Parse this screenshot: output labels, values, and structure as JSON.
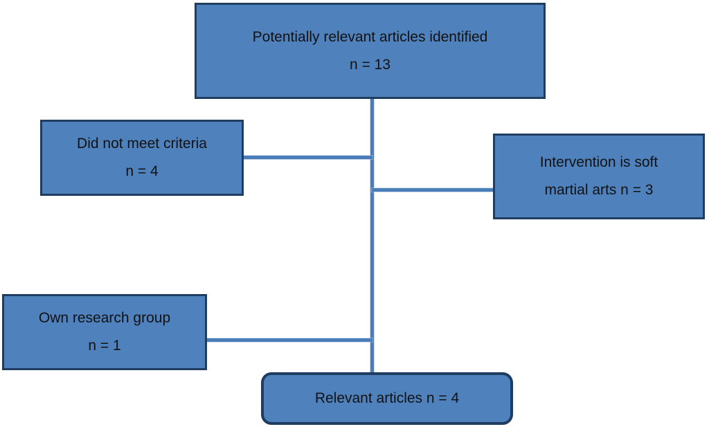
{
  "diagram": {
    "background": "#ffffff",
    "colors": {
      "node_fill": "#4f81bd",
      "node_border": "#1f3c61",
      "connector": "#4a7ebb",
      "text": "#121212"
    },
    "nodes": {
      "identified": {
        "shape": "rectangle",
        "line1": "Potentially relevant articles identified",
        "line2": "n = 13"
      },
      "not_meet_criteria": {
        "shape": "rectangle",
        "line1": "Did not meet criteria",
        "line2": "n = 4"
      },
      "soft_martial_arts": {
        "shape": "rectangle",
        "line1": "Intervention is soft",
        "line2": "martial arts n = 3"
      },
      "own_research_group": {
        "shape": "rectangle",
        "line1": "Own research group",
        "line2": "n = 1"
      },
      "relevant": {
        "shape": "rounded-rectangle",
        "line1": "Relevant articles n = 4"
      }
    }
  }
}
